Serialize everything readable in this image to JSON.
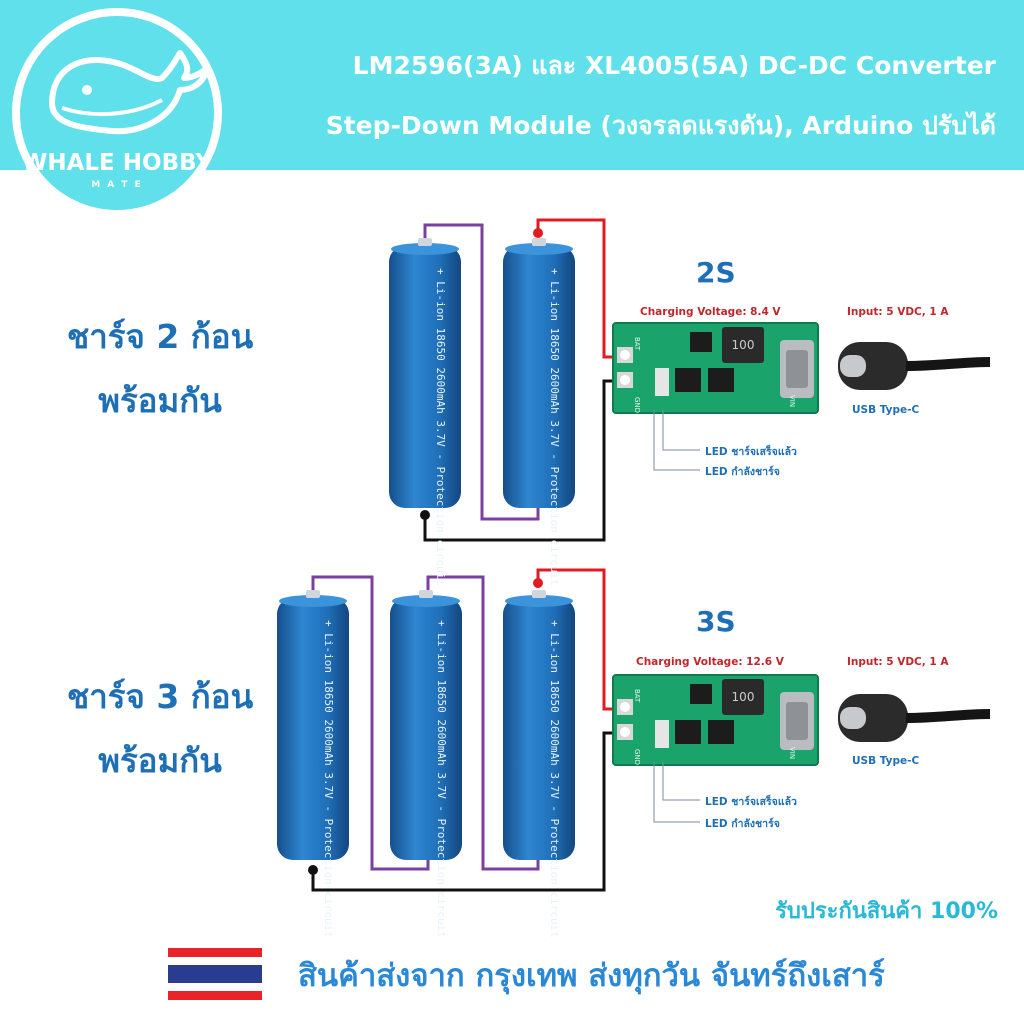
{
  "header": {
    "line1": "LM2596(3A) และ XL4005(5A) DC-DC Converter",
    "line2": "Step-Down Module (วงจรลดแรงดัน), Arduino ปรับได้"
  },
  "brand": {
    "name": "WHALE HOBBY",
    "sub": "M A T E"
  },
  "battery_text": "+ Li-ion 18650 2600mAh 3.7V - Protection circuit",
  "section_2s": {
    "side_line1": "ชาร์จ 2 ก้อน",
    "side_line2": "พร้อมกัน",
    "label": "2S",
    "charging_voltage": "Charging Voltage: 8.4 V",
    "input": "Input: 5 VDC, 1 A",
    "usb": "USB Type-C",
    "led_done": "LED ชาร์จเสร็จแล้ว",
    "led_charging": "LED กำลังชาร์จ"
  },
  "section_3s": {
    "side_line1": "ชาร์จ 3 ก้อน",
    "side_line2": "พร้อมกัน",
    "label": "3S",
    "charging_voltage": "Charging Voltage: 12.6 V",
    "input": "Input: 5 VDC, 1 A",
    "usb": "USB Type-C",
    "led_done": "LED ชาร์จเสร็จแล้ว",
    "led_charging": "LED กำลังชาร์จ"
  },
  "board_text": {
    "bat": "BAT",
    "gnd": "GND",
    "inductor": "100",
    "vin": "VIN"
  },
  "warranty": "รับประกันสินค้า 100%",
  "footer": "สินค้าส่งจาก กรุงเทพ ส่งทุกวัน จันทร์ถึงเสาร์",
  "colors": {
    "band": "#5fe0ea",
    "battery": "#1f6fb8",
    "wire_purple": "#7b3fa0",
    "wire_red": "#e01b22",
    "wire_black": "#111111",
    "pcb": "#1aa36b",
    "accent_blue": "#1e6fb5"
  }
}
